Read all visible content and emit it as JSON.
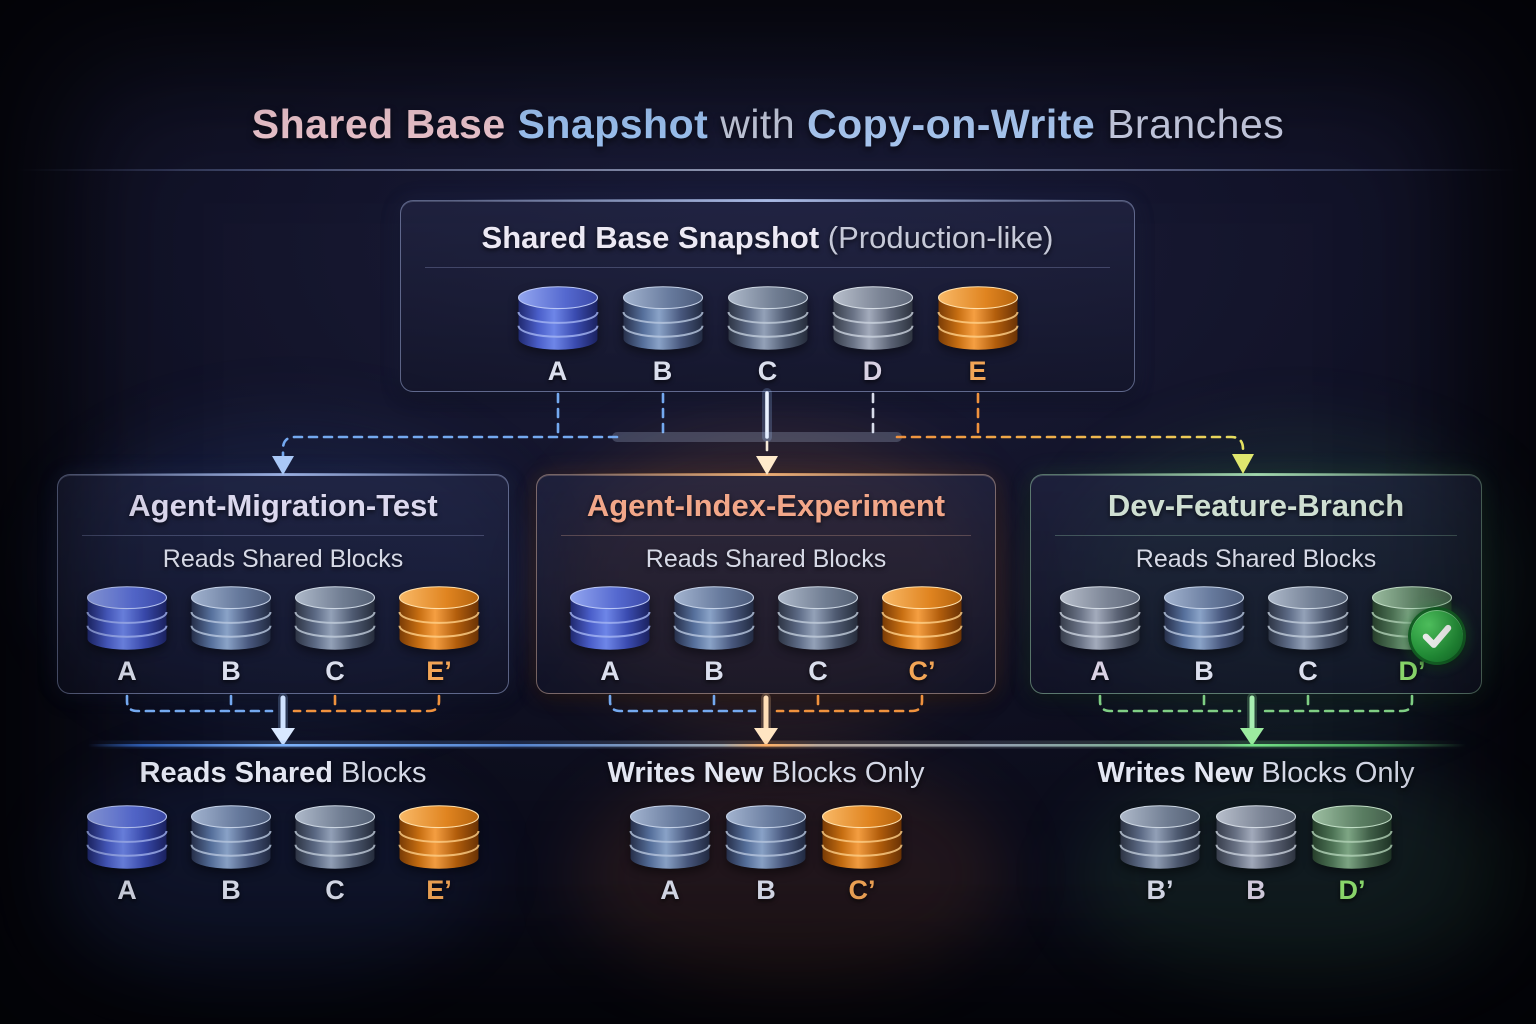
{
  "palette": {
    "background": "#0e0f20",
    "blue_accent": "#74a9f0",
    "orange_accent": "#f0923e",
    "green_accent": "#7fce84",
    "yellow_arrow": "#dfe76e",
    "white_glow": "#eef4ff",
    "title_pink": "#eec6cf",
    "title_blue": "#9ec4f4",
    "branch1_title_color": "#dbd8ee",
    "branch2_title_color": "#f2a789",
    "branch3_title_color": "#cfdfd2",
    "label_orange": "#f3a657",
    "label_green": "#90e070",
    "badge_green": "#2ea043"
  },
  "title": {
    "part1": "Shared Base ",
    "part2": "Snapshot",
    "part3": " with ",
    "part4": "Copy-on-Write",
    "part5": " Branches"
  },
  "base_box": {
    "title_bold": "Shared Base Snapshot",
    "title_rest": " (Production-like)",
    "blocks": [
      {
        "label": "A",
        "color": "blue"
      },
      {
        "label": "B",
        "color": "steel"
      },
      {
        "label": "C",
        "color": "slate"
      },
      {
        "label": "D",
        "color": "gray"
      },
      {
        "label": "E",
        "color": "orange"
      }
    ]
  },
  "branches": [
    {
      "title": "Agent-Migration-Test",
      "subtitle": "Reads Shared Blocks",
      "blocks": [
        {
          "label": "A",
          "color": "blue"
        },
        {
          "label": "B",
          "color": "steel"
        },
        {
          "label": "C",
          "color": "slate"
        },
        {
          "label": "E’",
          "color": "orange"
        }
      ]
    },
    {
      "title": "Agent-Index-Experiment",
      "subtitle": "Reads Shared Blocks",
      "blocks": [
        {
          "label": "A",
          "color": "blue"
        },
        {
          "label": "B",
          "color": "steel"
        },
        {
          "label": "C",
          "color": "slate"
        },
        {
          "label": "C’",
          "color": "orange"
        }
      ]
    },
    {
      "title": "Dev-Feature-Branch",
      "subtitle": "Reads Shared Blocks",
      "blocks": [
        {
          "label": "A",
          "color": "gray"
        },
        {
          "label": "B",
          "color": "steel"
        },
        {
          "label": "C",
          "color": "slate"
        },
        {
          "label": "D’",
          "color": "green",
          "badge": "check"
        }
      ]
    }
  ],
  "bottom_groups": [
    {
      "label_bold": "Reads Shared",
      "label_rest": " Blocks",
      "blocks": [
        {
          "label": "A",
          "color": "blue"
        },
        {
          "label": "B",
          "color": "steel"
        },
        {
          "label": "C",
          "color": "slate"
        },
        {
          "label": "E’",
          "color": "orange"
        }
      ]
    },
    {
      "label_bold": "Writes New",
      "label_rest": " Blocks Only",
      "blocks": [
        {
          "label": "A",
          "color": "steel"
        },
        {
          "label": "B",
          "color": "steel"
        },
        {
          "label": "C’",
          "color": "orange"
        }
      ]
    },
    {
      "label_bold": "Writes New",
      "label_rest": " Blocks Only",
      "blocks": [
        {
          "label": "B’",
          "color": "slate"
        },
        {
          "label": "B",
          "color": "gray"
        },
        {
          "label": "D’",
          "color": "green"
        }
      ]
    }
  ]
}
